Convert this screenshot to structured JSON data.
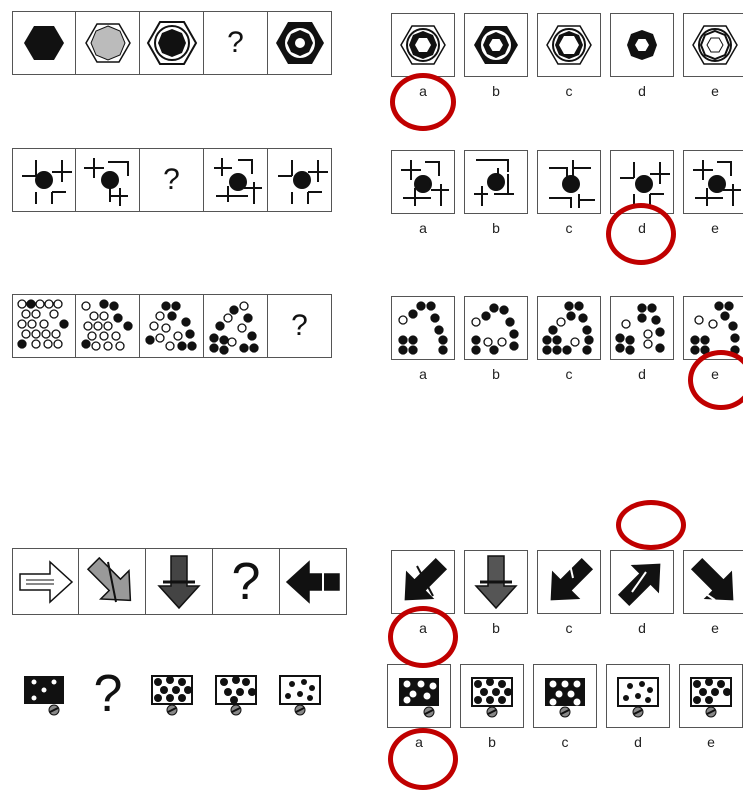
{
  "question_mark": "?",
  "option_labels": [
    "a",
    "b",
    "c",
    "d",
    "e"
  ],
  "answers": [
    {
      "row": 1,
      "selected": "a"
    },
    {
      "row": 2,
      "selected": "d"
    },
    {
      "row": 3,
      "selected": "e"
    },
    {
      "row": 4,
      "selected": "a"
    },
    {
      "row": 5,
      "selected": "a"
    }
  ],
  "colors": {
    "highlight": "#c00000",
    "ink": "#111111"
  }
}
